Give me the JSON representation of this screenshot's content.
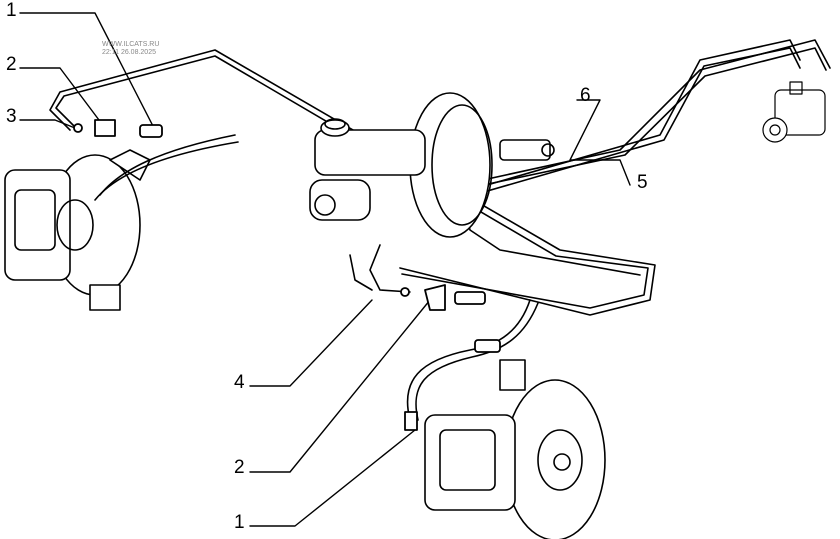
{
  "watermark": {
    "site": "WWW.ILCATS.RU",
    "timestamp": "22:11 26.08.2025"
  },
  "callouts": [
    {
      "id": "callout-1-top",
      "label": "1"
    },
    {
      "id": "callout-2-top",
      "label": "2"
    },
    {
      "id": "callout-3",
      "label": "3"
    },
    {
      "id": "callout-6",
      "label": "6"
    },
    {
      "id": "callout-5",
      "label": "5"
    },
    {
      "id": "callout-4",
      "label": "4"
    },
    {
      "id": "callout-2-bottom",
      "label": "2"
    },
    {
      "id": "callout-1-bottom",
      "label": "1"
    }
  ],
  "colors": {
    "line": "#000000",
    "background": "#ffffff"
  }
}
